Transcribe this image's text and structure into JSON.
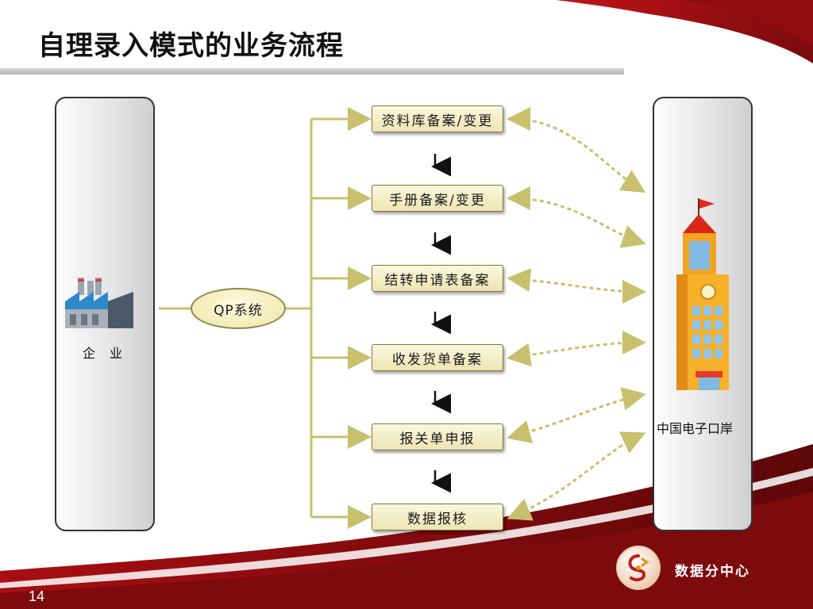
{
  "title": "自理录入模式的业务流程",
  "left_panel": {
    "label": "企业",
    "icon": "factory-icon"
  },
  "right_panel": {
    "label": "中国电子口岸",
    "icon": "building-icon"
  },
  "center_node": {
    "label": "QP系统"
  },
  "steps": [
    {
      "label": "资料库备案/变更"
    },
    {
      "label": "手册备案/变更"
    },
    {
      "label": "结转申请表备案"
    },
    {
      "label": "收发货单备案"
    },
    {
      "label": "报关单申报"
    },
    {
      "label": "数据报核"
    }
  ],
  "footer": {
    "logo_text": "数据分中心",
    "logo_icon": "datacenter-logo-icon",
    "page_number": "14"
  },
  "colors": {
    "brand_red": "#a50d12",
    "dark_red": "#6e0a0c",
    "connector": "#c8c06c",
    "step_fill": "#f2ecc0"
  }
}
